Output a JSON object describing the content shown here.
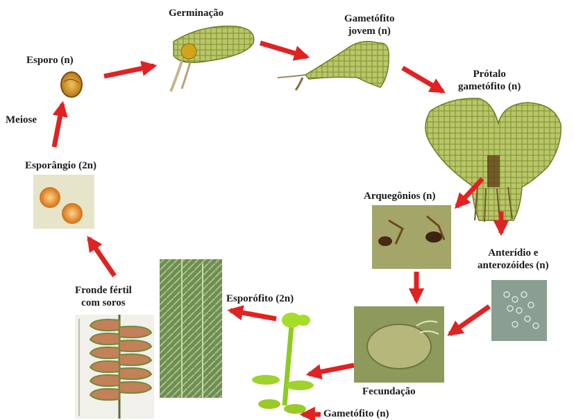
{
  "labels": {
    "esporo": "Esporo (n)",
    "germinacao": "Germinação",
    "gametofito_jovem_1": "Gametófito",
    "gametofito_jovem_2": "jovem (n)",
    "protalo_1": "Prótalo",
    "protalo_2": "gametófito (n)",
    "meiose": "Meiose",
    "esporangio": "Esporângio (2n)",
    "arquegonios": "Arquegônios (n)",
    "anteridio_1": "Anterídio e",
    "anteridio_2": "anterozóides (n)",
    "fronde_1": "Fronde fértil",
    "fronde_2": "com soros",
    "esporofito": "Esporófito (2n)",
    "fecundacao": "Fecundação",
    "gametofito": "Gametófito (n)"
  },
  "colors": {
    "arrow": "#e02222",
    "plant_green": "#8fb43a",
    "sporophyte_green": "#9bd32a",
    "sporangium": "#d9861c"
  }
}
